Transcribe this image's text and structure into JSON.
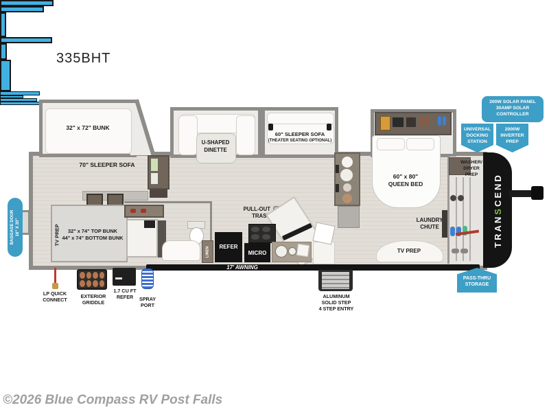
{
  "title": "335BHT",
  "copyright": "©2026 Blue Compass RV Post Falls",
  "brand": {
    "pre": "TRAN",
    "accent": "S",
    "post": "CEND"
  },
  "colors": {
    "badge_blue": "#3d9ec6",
    "window_blue": "#41b1e3",
    "accent_green": "#7dc243"
  },
  "rooms": {
    "bunk_slide_label": "32\" x 72\" BUNK",
    "sleeper_sofa_label": "70\" SLEEPER SOFA",
    "dinette": [
      "U-SHAPED",
      "DINETTE"
    ],
    "sofa": [
      "60\" SLEEPER SOFA",
      "(THEATER SEATING OPTIONAL)"
    ],
    "queen_bed": [
      "60\" x 80\"",
      "QUEEN BED"
    ],
    "rear_bunks": [
      "32\" x 74\" TOP BUNK",
      "44\" x 74\" BOTTOM BUNK"
    ],
    "rear_tv_prep": "TV PREP",
    "bedroom_tv_prep": "TV PREP",
    "laundry_chute": [
      "LAUNDRY",
      "CHUTE"
    ],
    "washer_dryer": [
      "WASHER/",
      "DRYER",
      "PREP"
    ],
    "pull_out_trash": [
      "PULL-OUT",
      "TRASH"
    ],
    "refer": "REFER",
    "micro": "MICRO",
    "linen": "LINEN",
    "awning": "17' AWNING"
  },
  "callouts": {
    "solar": [
      "200W SOLAR PANEL",
      "30AMP SOLAR",
      "CONTROLLER"
    ],
    "docking": [
      "UNIVERSAL",
      "DOCKING",
      "STATION"
    ],
    "inverter": [
      "2000W",
      "INVERTER",
      "PREP"
    ],
    "pass_thru": [
      "PASS-THRU",
      "STORAGE"
    ],
    "baggage_door": [
      "BAGGAGE DOOR",
      "16\" X 20\""
    ]
  },
  "exterior": {
    "lp": [
      "LP QUICK",
      "CONNECT"
    ],
    "griddle": [
      "EXTERIOR",
      "GRIDDLE"
    ],
    "mini_refer": [
      "1.7 CU FT",
      "REFER"
    ],
    "spray": [
      "SPRAY",
      "PORT"
    ],
    "steps": [
      "ALUMINUM",
      "SOLID STEP",
      "4 STEP ENTRY"
    ]
  }
}
